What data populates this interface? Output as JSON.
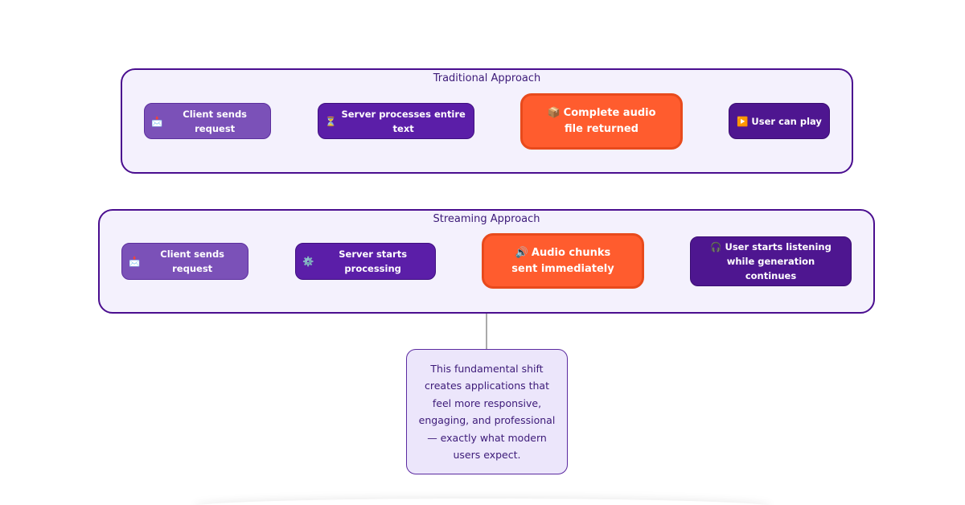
{
  "traditional": {
    "title": "Traditional Approach",
    "steps": [
      {
        "icon": "📩",
        "label": "Client sends request"
      },
      {
        "icon": "⏳",
        "label": "Server processes entire text"
      },
      {
        "icon": "📦",
        "label": "Complete audio file returned"
      },
      {
        "icon": "▶️",
        "label": "User can play"
      }
    ]
  },
  "streaming": {
    "title": "Streaming Approach",
    "steps": [
      {
        "icon": "📩",
        "label": "Client sends request"
      },
      {
        "icon": "⚙️",
        "label": "Server starts processing"
      },
      {
        "icon": "🔊",
        "label": "Audio chunks sent immediately"
      },
      {
        "icon": "🎧",
        "label": "User starts listening while generation continues"
      }
    ]
  },
  "note": {
    "text": "This fundamental shift creates applications that feel more responsive, engaging, and professional — exactly what modern users expect."
  },
  "colors": {
    "group_border": "#4a0e8f",
    "group_fill": "#f4f1fd",
    "node_light": "#7b51b8",
    "node_mid": "#5b1ea8",
    "node_dark": "#4e1690",
    "highlight": "#ff5c2e"
  }
}
